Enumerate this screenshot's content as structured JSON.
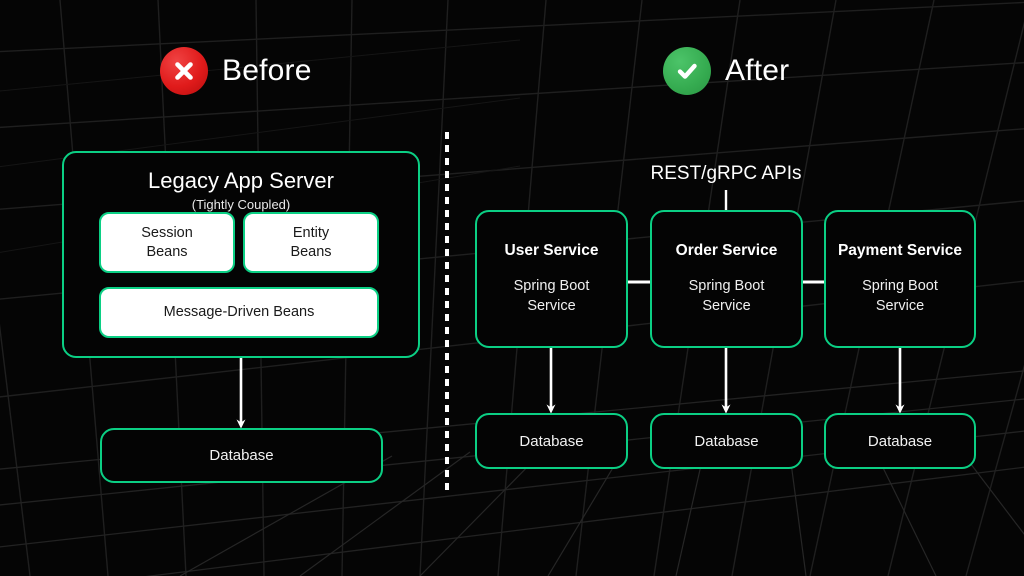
{
  "page": {
    "background_color": "#050505",
    "accent_color": "#0bcf84",
    "bad_color": "#e01b1b",
    "good_color": "#35ab50"
  },
  "sections": {
    "before": {
      "title": "Before",
      "icon": "cross-mark-icon",
      "badge_color": "#e01b1b"
    },
    "after": {
      "title": "After",
      "icon": "check-mark-icon",
      "badge_color": "#35ab50"
    }
  },
  "legacy": {
    "title": "Legacy App Server",
    "subtitle": "(Tightly Coupled)",
    "components": [
      {
        "label_line1": "Session",
        "label_line2": "Beans"
      },
      {
        "label_line1": "Entity",
        "label_line2": "Beans"
      },
      {
        "label_line1": "Message-Driven Beans",
        "label_line2": ""
      }
    ],
    "database": "Database"
  },
  "microservices": {
    "api_label": "REST/gRPC APIs",
    "services": [
      {
        "name": "User Service",
        "runtime_line1": "Spring Boot",
        "runtime_line2": "Service",
        "database": "Database"
      },
      {
        "name": "Order Service",
        "runtime_line1": "Spring Boot",
        "runtime_line2": "Service",
        "database": "Database"
      },
      {
        "name": "Payment Service",
        "runtime_line1": "Spring Boot",
        "runtime_line2": "Service",
        "database": "Database"
      }
    ]
  }
}
